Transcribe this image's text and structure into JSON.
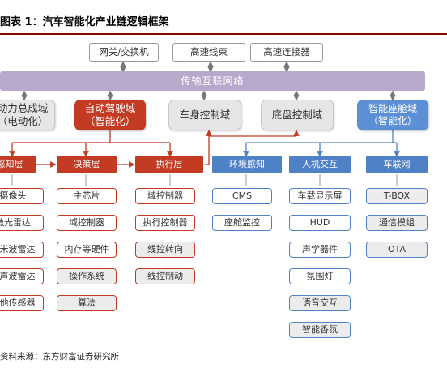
{
  "title": "图表 1：汽车智能化产业链逻辑框架",
  "source": "资料来源：东方财富证券研究所",
  "top_boxes": [
    "网关/交换机",
    "高速线束",
    "高速连接器"
  ],
  "bus": "传输互联网络",
  "domains": {
    "power": [
      "动力总成域",
      "（电动化）"
    ],
    "adas": [
      "自动驾驶域",
      "（智能化）"
    ],
    "body": "车身控制域",
    "chassis": "底盘控制域",
    "cockpit": [
      "智能座舱域",
      "（智能化）"
    ]
  },
  "layers": {
    "perception": "感知层",
    "decision": "决策层",
    "execution": "执行层",
    "env": "环境感知",
    "hmi": "人机交互",
    "iov": "车联网"
  },
  "items": {
    "perception": [
      "摄像头",
      "激光雷达",
      "毫米波雷达",
      "超声波雷达",
      "其他传感器"
    ],
    "decision": [
      "主芯片",
      "域控制器",
      "内存等硬件",
      "操作系统",
      "算法"
    ],
    "execution": [
      "域控制器",
      "执行控制器",
      "线控转向",
      "线控制动"
    ],
    "env": [
      "CMS",
      "座舱监控"
    ],
    "hmi": [
      "车载显示屏",
      "HUD",
      "声学器件",
      "氛围灯",
      "语音交互",
      "智能香氛"
    ],
    "iov": [
      "T-BOX",
      "通信模组",
      "OTA"
    ]
  },
  "colors": {
    "red": "#c23b22",
    "blue": "#4f81c7",
    "bus": "#b8a9cc",
    "gray": "#e7e6e6",
    "title_rule": "#8b0000"
  }
}
